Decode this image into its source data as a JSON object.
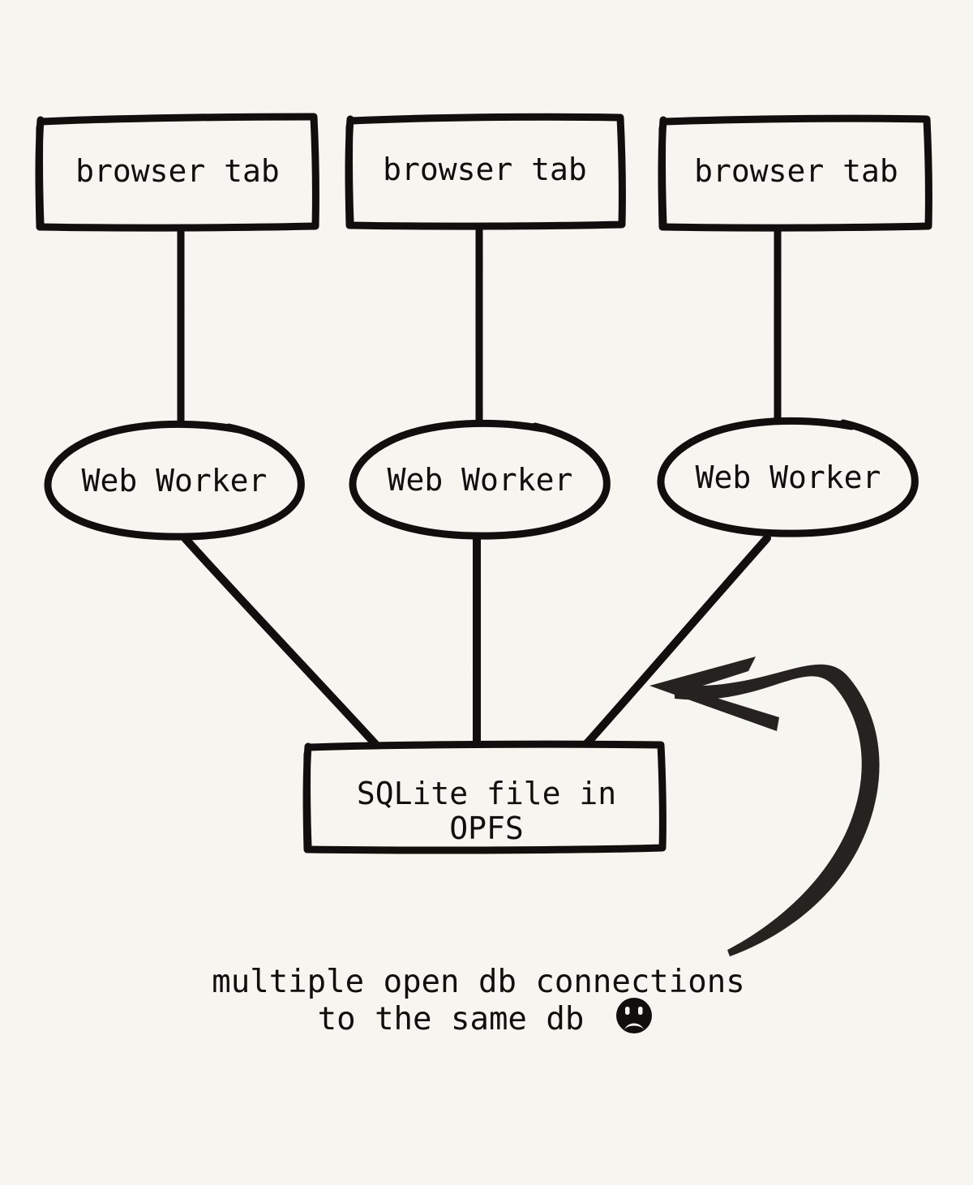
{
  "diagram": {
    "title": "multiple open db connections to the same db",
    "background_color": "#f7f5f0",
    "ink_color": "#100f0d",
    "arrow_color": "#262220",
    "tabs": [
      {
        "label": "browser tab"
      },
      {
        "label": "browser tab"
      },
      {
        "label": "browser tab"
      }
    ],
    "workers": [
      {
        "label": "Web Worker"
      },
      {
        "label": "Web Worker"
      },
      {
        "label": "Web Worker"
      }
    ],
    "storage": {
      "line1": "SQLite file in",
      "line2": "OPFS"
    },
    "caption": {
      "line1": "multiple open db connections",
      "line2": "to the same db",
      "emoji": "frowning-face"
    }
  }
}
